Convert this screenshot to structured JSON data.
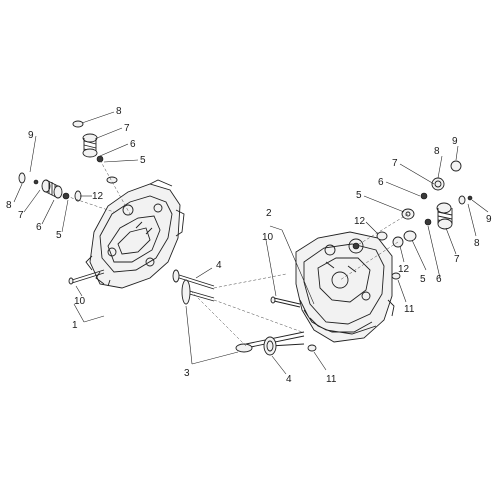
{
  "diagram": {
    "callouts": [
      "1",
      "2",
      "3",
      "4",
      "4",
      "5",
      "5",
      "5",
      "6",
      "6",
      "6",
      "7",
      "7",
      "7",
      "8",
      "8",
      "8",
      "9",
      "9",
      "9",
      "10",
      "10",
      "11",
      "11",
      "12",
      "12",
      "12"
    ]
  }
}
